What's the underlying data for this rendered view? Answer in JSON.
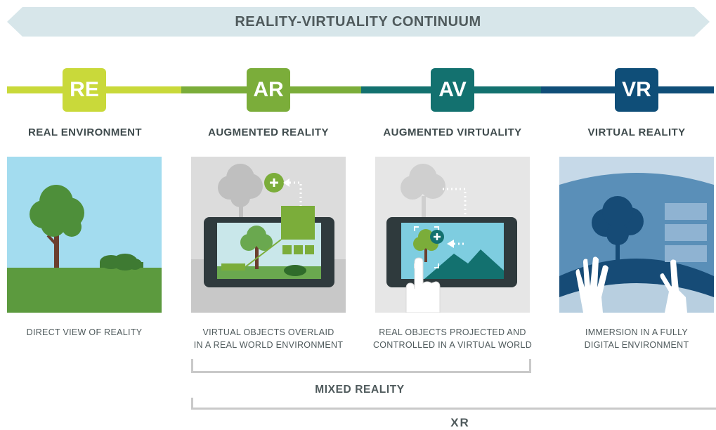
{
  "banner": {
    "title": "REALITY-VIRTUALITY CONTINUUM"
  },
  "colors": {
    "re": "#c9d93a",
    "ar": "#7bad3a",
    "av": "#13716f",
    "vr": "#0f4e78",
    "banner": "#d7e6ea",
    "text": "#4f5a5c",
    "bracket": "#c9c9c9"
  },
  "stages": [
    {
      "code": "RE",
      "title": "REAL ENVIRONMENT",
      "description": "DIRECT VIEW OF REALITY",
      "illustration": "tree-landscape-icon"
    },
    {
      "code": "AR",
      "title": "AUGMENTED REALITY",
      "description": "VIRTUAL OBJECTS OVERLAID\nIN A REAL WORLD ENVIRONMENT",
      "illustration": "tablet-overlay-icon"
    },
    {
      "code": "AV",
      "title": "AUGMENTED VIRTUALITY",
      "description": "REAL OBJECTS PROJECTED AND\nCONTROLLED IN A VIRTUAL WORLD",
      "illustration": "tablet-touch-icon"
    },
    {
      "code": "VR",
      "title": "VIRTUAL REALITY",
      "description": "IMMERSION IN A FULLY\nDIGITAL ENVIRONMENT",
      "illustration": "immersive-hands-icon"
    }
  ],
  "groups": {
    "mixed_reality": "MIXED REALITY",
    "xr": "XR"
  }
}
